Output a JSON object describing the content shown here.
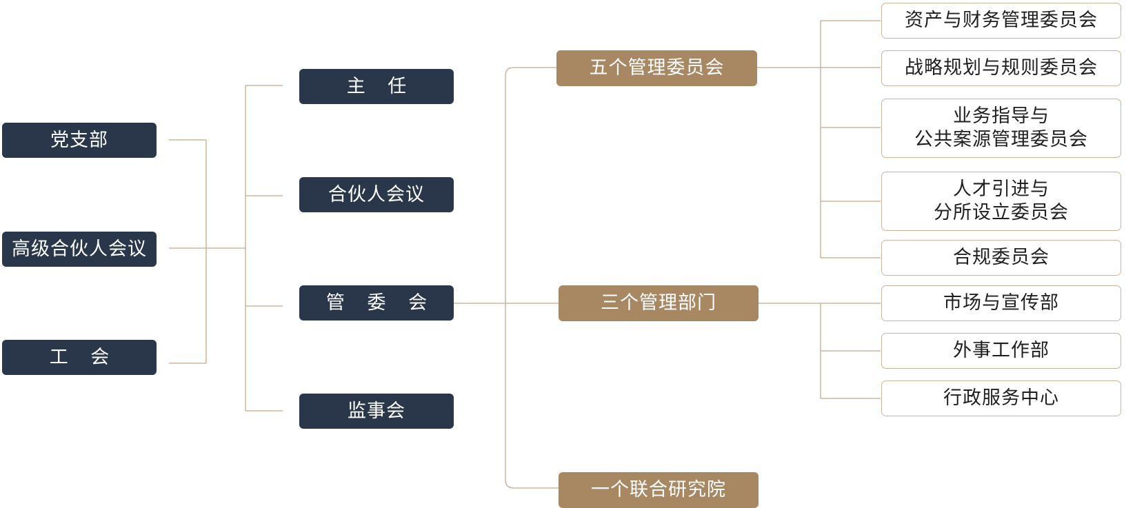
{
  "colors": {
    "dark_box": "#2a3649",
    "tan_box": "#a88763",
    "outline_border": "#cdb59b",
    "connector": "#cdb59b",
    "text_on_box": "#ffffff",
    "text_outline": "#1f1f1f"
  },
  "left_column": {
    "party_branch": "党支部",
    "senior_partner_meeting": "高级合伙人会议",
    "labor_union": "工 会"
  },
  "middle_column": {
    "director": "主 任",
    "partner_meeting": "合伙人会议",
    "management_committee": "管 委 会",
    "supervisory_board": "监事会"
  },
  "branches": {
    "five_committees": "五个管理委员会",
    "three_departments": "三个管理部门",
    "research_institute": "一个联合研究院"
  },
  "committees": [
    "资产与财务管理委员会",
    "战略规划与规则委员会",
    "业务指导与\n公共案源管理委员会",
    "人才引进与\n分所设立委员会",
    "合规委员会"
  ],
  "departments": [
    "市场与宣传部",
    "外事工作部",
    "行政服务中心"
  ]
}
